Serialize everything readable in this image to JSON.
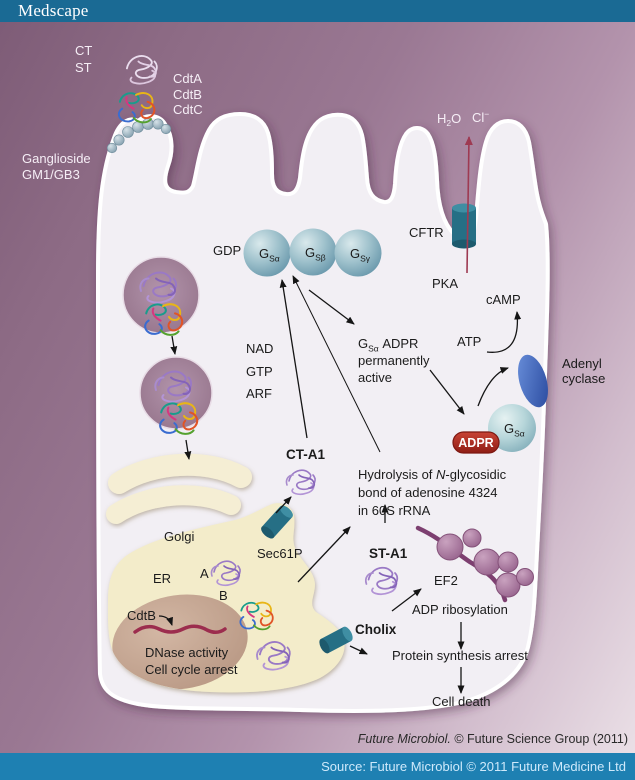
{
  "header": {
    "brand": "Medscape"
  },
  "diagram": {
    "labels": {
      "ct": "CT",
      "st": "ST",
      "cdta": "CdtA",
      "cdtb": "CdtB",
      "cdtc": "CdtC",
      "ganglioside_line1": "Ganglioside",
      "ganglioside_line2": "GM1/GB3",
      "h2o_h": "H",
      "h2o_2": "2",
      "h2o_o": "O",
      "cl": "Cl",
      "cl_sup": "−",
      "gdp": "GDP",
      "g": "G",
      "g_alpha": "Sα",
      "g_beta": "Sβ",
      "g_gamma": "Sγ",
      "cftr": "CFTR",
      "pka": "PKA",
      "camp": "cAMP",
      "atp": "ATP",
      "nad": "NAD",
      "gtp": "GTP",
      "arf": "ARF",
      "gsa_adpr_g": "G",
      "gsa_adpr_sub": "Sα",
      "gsa_adpr_rest": " ADPR",
      "permanently": "permanently",
      "active": "active",
      "adenyl_line1": "Adenyl",
      "adenyl_line2": "cyclase",
      "adpr_pill": "ADPR",
      "ct_a1": "CT-A1",
      "hydro_line1_pre": "Hydrolysis of ",
      "hydro_line1_italic": "N",
      "hydro_line1_post": "-glycosidic",
      "hydro_line2": "bond of adenosine 4324",
      "hydro_line3": "in 60S rRNA",
      "golgi": "Golgi",
      "er": "ER",
      "site_a": "A",
      "site_b": "B",
      "sec61p": "Sec61P",
      "cdtb_nucleus": "CdtB",
      "dnase": "DNase activity",
      "cell_cycle": "Cell cycle arrest",
      "st_a1": "ST-A1",
      "ef2": "EF2",
      "cholix": "Cholix",
      "adp_ribosylation": "ADP ribosylation",
      "protein_arrest": "Protein synthesis arrest",
      "cell_death": "Cell death"
    }
  },
  "footer": {
    "journal_italic": "Future Microbiol.",
    "journal_rest": " © Future Science Group (2011)",
    "source": "Source: Future Microbiol © 2011 Future Medicine Ltd"
  },
  "colors": {
    "brand_bar_blue": "#1a6a94",
    "source_bar_blue": "#1e80b2",
    "background_purple": "#96738f",
    "cell_fill": "#f2eff4",
    "membrane_protein_teal": "#266f85",
    "adpr_red": "#a32218",
    "g_protein_blue": "#8fb3c0",
    "adenyl_cyclase_blue": "#3c63b4",
    "er_fill": "#f3ecca",
    "nucleus_tan": "#c4a491",
    "ribosome_purple": "#a57b9c",
    "dna_red": "#9c2d4e"
  }
}
